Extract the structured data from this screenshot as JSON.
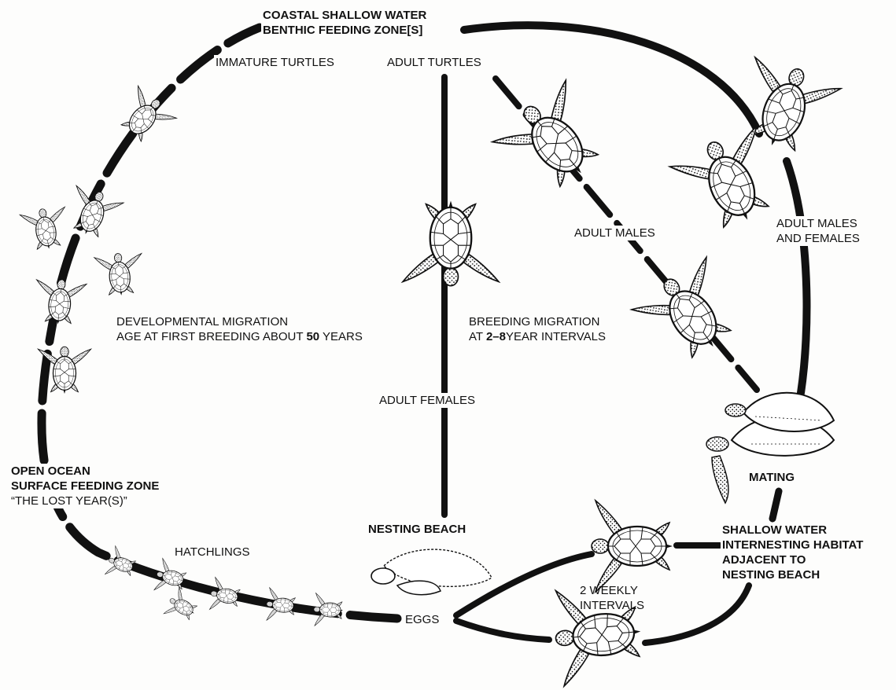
{
  "colors": {
    "ink": "#111111",
    "paper": "#fdfdfc",
    "shell": "#ffffff"
  },
  "zones": {
    "coastal": {
      "line1": "COASTAL SHALLOW WATER",
      "line2": "BENTHIC FEEDING ZONE[S]"
    },
    "open_ocean": {
      "line1": "OPEN OCEAN",
      "line2": "SURFACE FEEDING ZONE",
      "line3": "“THE LOST YEAR(S)”"
    },
    "nesting_beach": "NESTING BEACH",
    "mating": "MATING",
    "interesting": {
      "line1": "SHALLOW WATER",
      "line2": "INTERNESTING HABITAT",
      "line3": "ADJACENT TO",
      "line4": "NESTING BEACH"
    }
  },
  "stages": {
    "immature": "IMMATURE TURTLES",
    "adult": "ADULT TURTLES",
    "adult_males": "ADULT MALES",
    "adult_males_females": {
      "line1": "ADULT MALES",
      "line2": "AND FEMALES"
    },
    "adult_females": "ADULT FEMALES",
    "hatchlings": "HATCHLINGS",
    "eggs": "EGGS",
    "two_weekly": {
      "line1": "2 WEEKLY",
      "line2": "INTERVALS"
    }
  },
  "migrations": {
    "developmental": {
      "line1": "DEVELOPMENTAL MIGRATION",
      "line2_prefix": "AGE AT FIRST BREEDING ABOUT ",
      "line2_number": "50",
      "line2_suffix": " YEARS"
    },
    "breeding": {
      "line1": "BREEDING MIGRATION",
      "line2_prefix": "AT ",
      "line2_number": "2–8",
      "line2_suffix": "YEAR INTERVALS"
    }
  },
  "icons": [
    "sea-turtle-icon",
    "nesting-turtle-icon",
    "mating-turtles-icon",
    "hatchling-icon"
  ]
}
